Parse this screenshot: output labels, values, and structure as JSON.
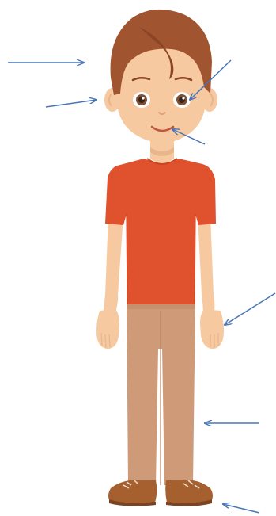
{
  "figure": {
    "subject": "boy-full-body",
    "arrow_color": "#4a76b8",
    "colors": {
      "skin": "#f6c9a0",
      "skin_shadow": "#e9b58a",
      "hair": "#a0542f",
      "hair_dark": "#8a4526",
      "shirt": "#e0512e",
      "shirt_dark": "#c9441f",
      "pants": "#cf9a77",
      "pants_dark": "#b98566",
      "shoes": "#a6602f",
      "shoe_sole": "#7a4422",
      "eye": "#5a3a28",
      "mouth": "#c2553e"
    },
    "arrows": [
      {
        "name": "arrow-hair"
      },
      {
        "name": "arrow-ear"
      },
      {
        "name": "arrow-eye"
      },
      {
        "name": "arrow-mouth"
      },
      {
        "name": "arrow-hand"
      },
      {
        "name": "arrow-leg"
      },
      {
        "name": "arrow-foot"
      }
    ]
  }
}
